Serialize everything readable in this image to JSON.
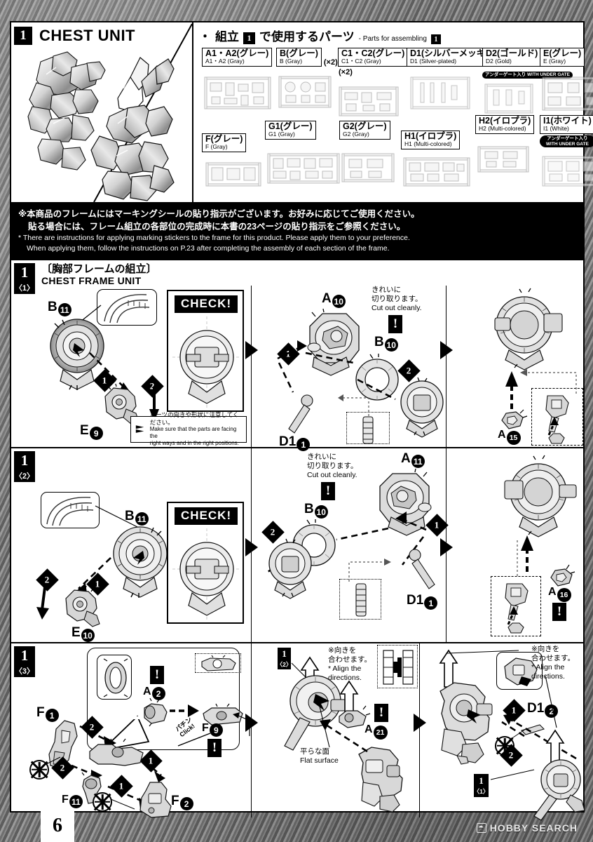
{
  "document": {
    "page_number": "6",
    "watermark": "HOBBY SEARCH",
    "watermark_logo": "flame-logo"
  },
  "header": {
    "step_badge": "1",
    "title": "CHEST UNIT"
  },
  "parts_section": {
    "heading_bullet": "・",
    "heading_jp": "組立",
    "heading_badge": "1",
    "heading_jp_tail": "で使用するパーツ",
    "heading_en": "- Parts for assembling",
    "heading_en_badge": "1",
    "parts": [
      {
        "jp": "A1・A2(グレー)",
        "en": "A1・A2 (Gray)",
        "qty": "",
        "undergate": ""
      },
      {
        "jp": "B(グレー)",
        "en": "B (Gray)",
        "qty": "(×2)",
        "undergate": ""
      },
      {
        "jp": "C1・C2(グレー)",
        "en": "C1・C2 (Gray)",
        "qty": "(×2)",
        "undergate": ""
      },
      {
        "jp": "D1(シルバーメッキ)",
        "en": "D1 (Silver-plated)",
        "qty": "",
        "undergate": ""
      },
      {
        "jp": "D2(ゴールド)",
        "en": "D2 (Gold)",
        "qty": "",
        "undergate": "アンダーゲート入り WITH UNDER GATE"
      },
      {
        "jp": "E(グレー)",
        "en": "E (Gray)",
        "qty": "",
        "undergate": ""
      },
      {
        "jp": "F(グレー)",
        "en": "F (Gray)",
        "qty": "",
        "undergate": ""
      },
      {
        "jp": "G1(グレー)",
        "en": "G1 (Gray)",
        "qty": "",
        "undergate": ""
      },
      {
        "jp": "G2(グレー)",
        "en": "G2 (Gray)",
        "qty": "",
        "undergate": ""
      },
      {
        "jp": "H1(イロプラ)",
        "en": "H1 (Multi-colored)",
        "qty": "",
        "undergate": ""
      },
      {
        "jp": "H2(イロプラ)",
        "en": "H2 (Multi-colored)",
        "qty": "",
        "undergate": ""
      },
      {
        "jp": "I1(ホワイト)",
        "en": "I1 (White)",
        "qty": "",
        "undergate": "アンダーゲート入り WITH UNDER GATE"
      }
    ]
  },
  "notice": {
    "jp_line1": "※本商品のフレームにはマーキングシールの貼り指示がございます。お好みに応じてご使用ください。",
    "jp_line2": "貼る場合には、フレーム組立の各部位の完成時に本書の23ページの貼り指示をご参照ください。",
    "en_line1": "* There are instructions for applying marking stickers to the frame for this product. Please apply them to your preference.",
    "en_line2": "When applying them, follow the instructions on P.23 after completing the assembly of each section of the frame."
  },
  "step1": {
    "badge": "1",
    "sub": "〈1〉",
    "title_jp": "〔胸部フレームの組立〕",
    "title_en": "CHEST FRAME UNIT",
    "check_label": "CHECK!",
    "note_jp": "パーツの向きや形状に注意してください。",
    "note_en_line1": "Make sure that the parts are facing the",
    "note_en_line2": "right ways and in the right positions.",
    "cut_note_jp1": "きれいに",
    "cut_note_jp2": "切り取ります。",
    "cut_note_en": "Cut out cleanly.",
    "bang": "!",
    "callouts": {
      "b11": {
        "letter": "B",
        "num": "11"
      },
      "e9": {
        "letter": "E",
        "num": "9"
      },
      "a10": {
        "letter": "A",
        "num": "10"
      },
      "b10": {
        "letter": "B",
        "num": "10"
      },
      "d1_1": {
        "letter": "D1",
        "num": "1"
      },
      "a15": {
        "letter": "A",
        "num": "15"
      }
    },
    "order": {
      "one": "1",
      "two": "2"
    }
  },
  "step2": {
    "badge": "1",
    "sub": "〈2〉",
    "check_label": "CHECK!",
    "cut_note_jp1": "きれいに",
    "cut_note_jp2": "切り取ります。",
    "cut_note_en": "Cut out cleanly.",
    "bang": "!",
    "callouts": {
      "b11": {
        "letter": "B",
        "num": "11"
      },
      "e10": {
        "letter": "E",
        "num": "10"
      },
      "a11": {
        "letter": "A",
        "num": "11"
      },
      "b10": {
        "letter": "B",
        "num": "10"
      },
      "d1_1": {
        "letter": "D1",
        "num": "1"
      },
      "a16": {
        "letter": "A",
        "num": "16"
      }
    },
    "order": {
      "one": "1",
      "two": "2"
    }
  },
  "step3": {
    "badge": "1",
    "sub": "〈3〉",
    "bang": "!",
    "click_jp": "パチン",
    "click_en": "Click!",
    "align_jp1": "※向きを",
    "align_jp2": "合わせます。",
    "align_en1": "* Align the",
    "align_en2": "directions.",
    "flat_jp": "平らな面",
    "flat_en": "Flat surface",
    "callouts": {
      "f1": {
        "letter": "F",
        "num": "1"
      },
      "f2": {
        "letter": "F",
        "num": "2"
      },
      "f9": {
        "letter": "F",
        "num": "9"
      },
      "f11": {
        "letter": "F",
        "num": "11"
      },
      "a2": {
        "letter": "A",
        "num": "2"
      },
      "a21": {
        "letter": "A",
        "num": "21"
      },
      "d1_2": {
        "letter": "D1",
        "num": "2"
      }
    },
    "refs": {
      "ref_1_2_a": "1",
      "ref_1_2_b": "〈2〉",
      "ref_1_1_a": "1",
      "ref_1_1_b": "〈1〉"
    },
    "order": {
      "one": "1",
      "two": "2"
    }
  }
}
